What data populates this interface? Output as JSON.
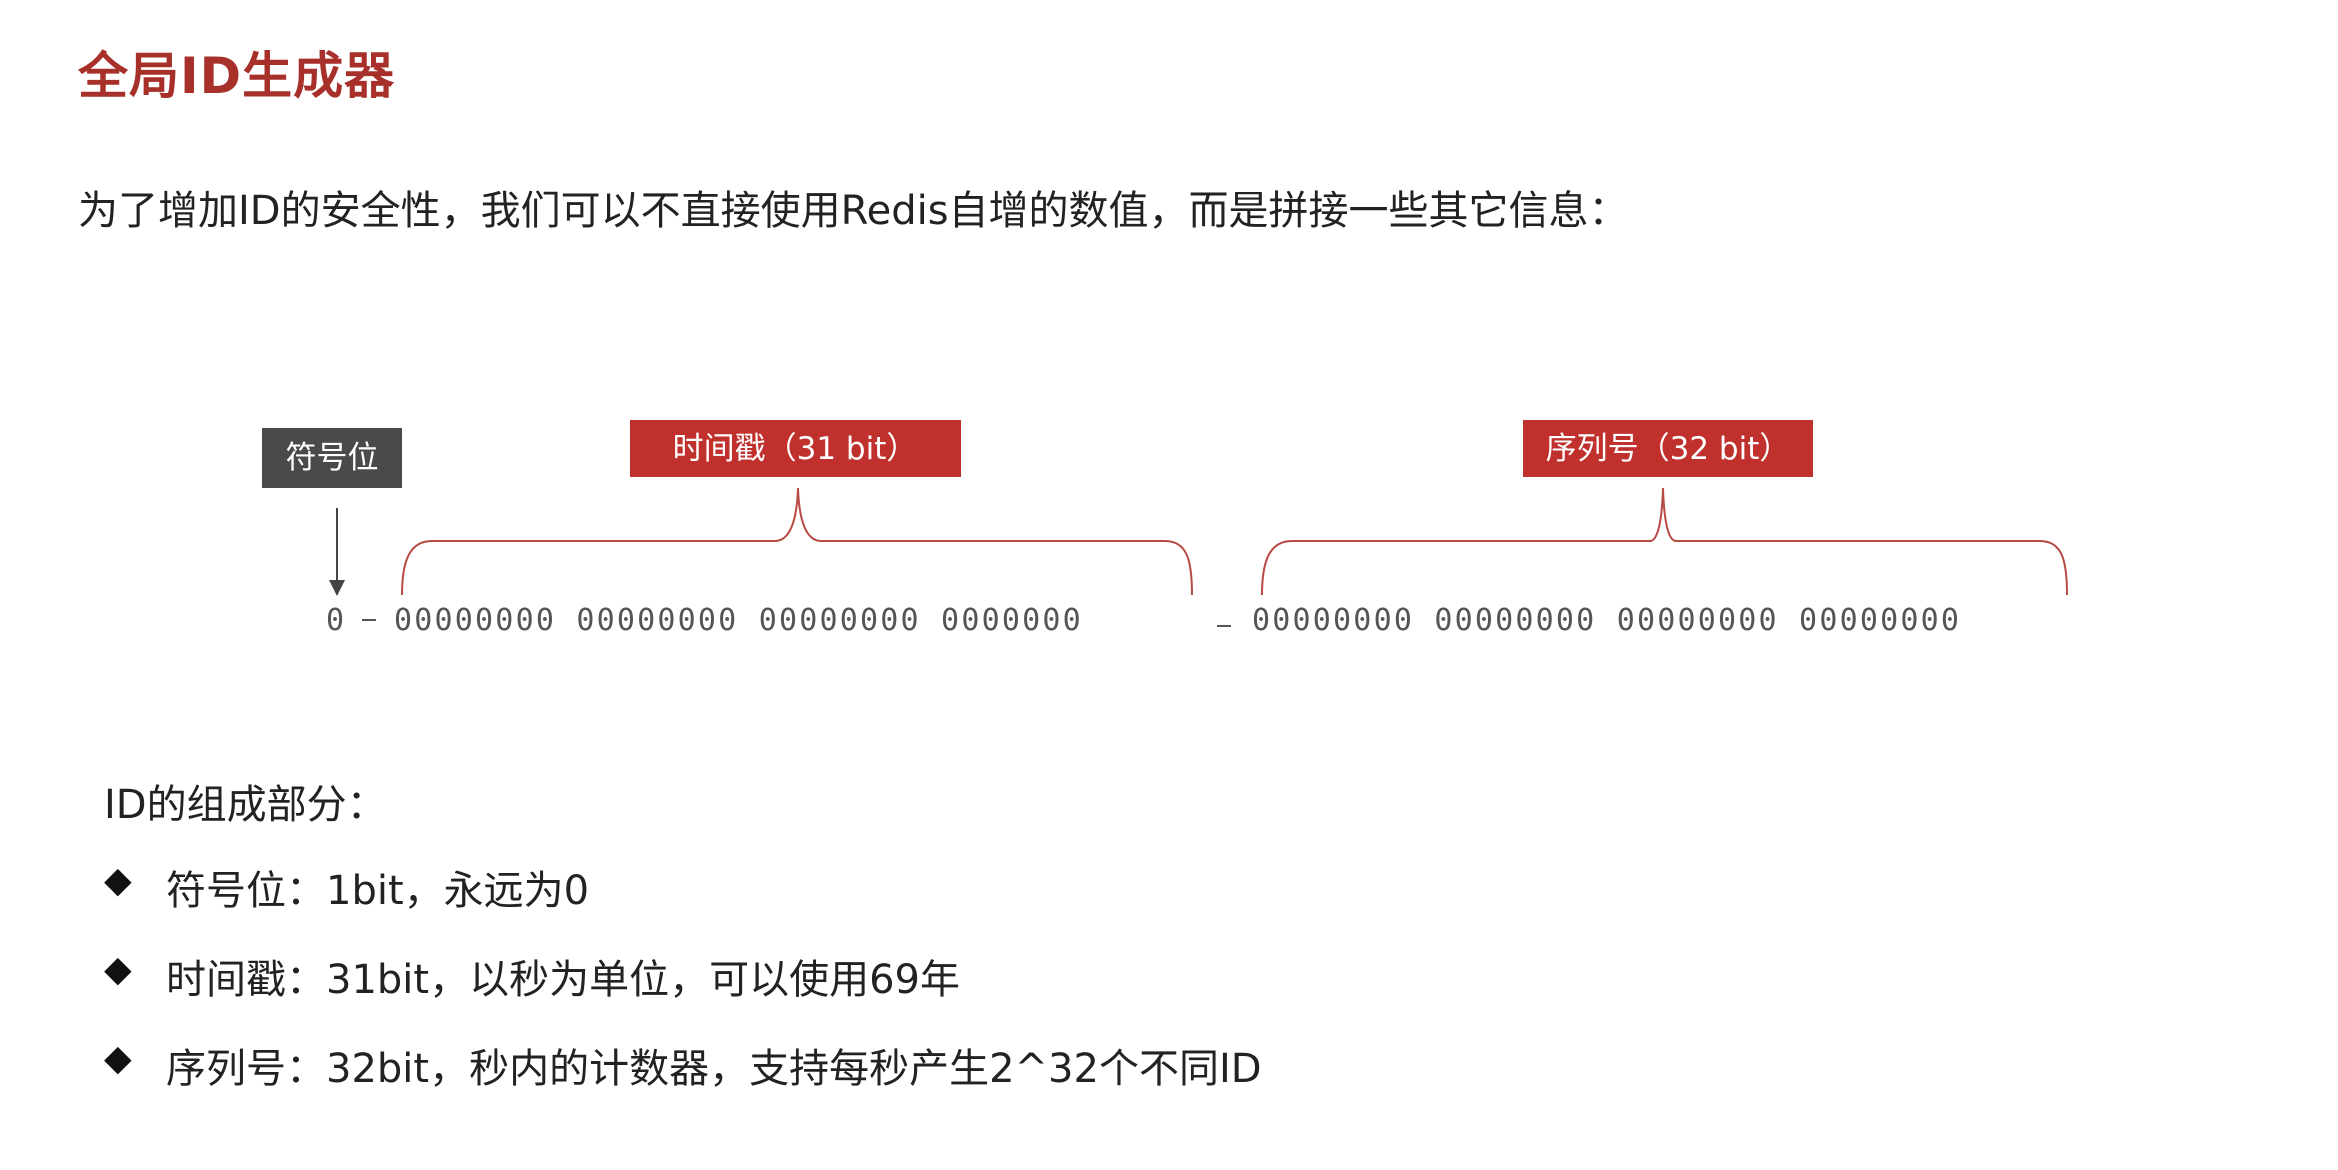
{
  "title": "全局ID生成器",
  "intro": "为了增加ID的安全性，我们可以不直接使用Redis自增的数值，而是拼接一些其它信息：",
  "diagram": {
    "sign_label": "符号位",
    "timestamp_label": "时间戳（31 bit）",
    "sequence_label": "序列号（32 bit）",
    "sign_bit": "0",
    "timestamp_bits": "00000000 00000000 00000000 0000000",
    "sequence_bits": "00000000 00000000 00000000 00000000",
    "colors": {
      "title": "#a8302a",
      "label_red": "#c0302c",
      "label_gray": "#4a4a4a",
      "brace": "#b84a44"
    }
  },
  "parts": {
    "title": "ID的组成部分：",
    "bullet_icon": "diamond-bullet-icon",
    "items": [
      "符号位：1bit，永远为0",
      "时间戳：31bit，以秒为单位，可以使用69年",
      "序列号：32bit，秒内的计数器，支持每秒产生2^32个不同ID"
    ]
  }
}
